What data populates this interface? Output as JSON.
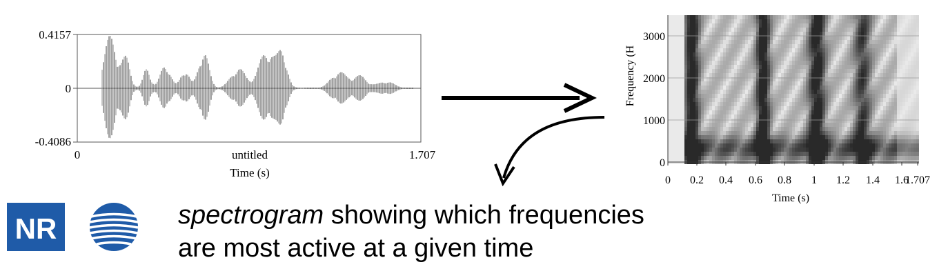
{
  "waveform": {
    "y_max_label": "0.4157",
    "y_zero_label": "0",
    "y_min_label": "-0.4086",
    "x_start_label": "0",
    "x_end_label": "1.707",
    "title": "untitled",
    "xlabel": "Time (s)"
  },
  "spectrogram": {
    "ylabel": "Frequency (H",
    "xlabel": "Time (s)",
    "y_ticks": [
      "3000",
      "2000",
      "1000",
      "0"
    ],
    "x_ticks": [
      "0",
      "0.2",
      "0.4",
      "0.6",
      "0.8",
      "1",
      "1.2",
      "1.4",
      "1.6",
      "1.707"
    ]
  },
  "logo": {
    "text": "NR",
    "color": "#1f5ba8"
  },
  "caption": {
    "emphasis": "spectrogram",
    "line1_rest": " showing which frequencies",
    "line2": "are most active at a given time"
  }
}
